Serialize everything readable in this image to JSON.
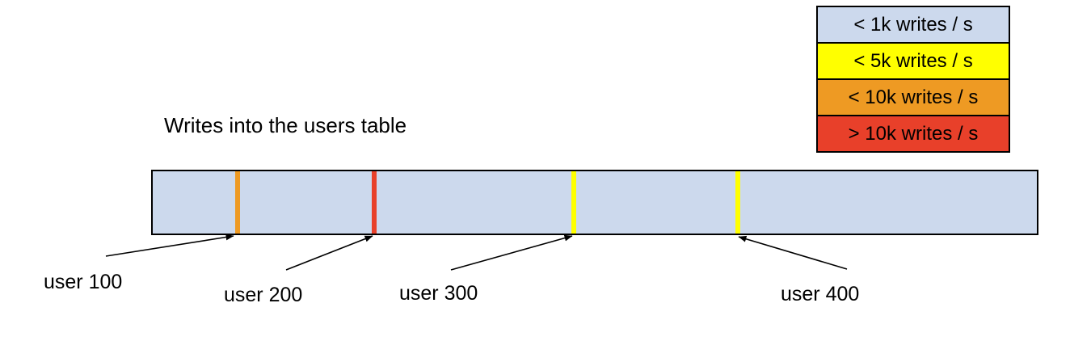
{
  "title": "Writes into the users table",
  "legend": {
    "items": [
      {
        "label": "< 1k writes / s",
        "color": "#ccd9ed"
      },
      {
        "label": "< 5k writes / s",
        "color": "#ffff00"
      },
      {
        "label": "< 10k writes / s",
        "color": "#ee9a23"
      },
      {
        "label": "> 10k writes / s",
        "color": "#e8402a"
      }
    ]
  },
  "bar": {
    "fill": "#ccd9ed",
    "border_color": "#000000"
  },
  "markers": [
    {
      "user": "user 100",
      "writes_class": "< 10k writes / s",
      "color": "#ee9a23"
    },
    {
      "user": "user 200",
      "writes_class": "> 10k writes / s",
      "color": "#e8402a"
    },
    {
      "user": "user 300",
      "writes_class": "< 5k writes / s",
      "color": "#ffff00"
    },
    {
      "user": "user 400",
      "writes_class": "< 5k writes / s",
      "color": "#ffff00"
    }
  ],
  "callouts": [
    {
      "label": "user 100"
    },
    {
      "label": "user 200"
    },
    {
      "label": "user 300"
    },
    {
      "label": "user 400"
    }
  ]
}
